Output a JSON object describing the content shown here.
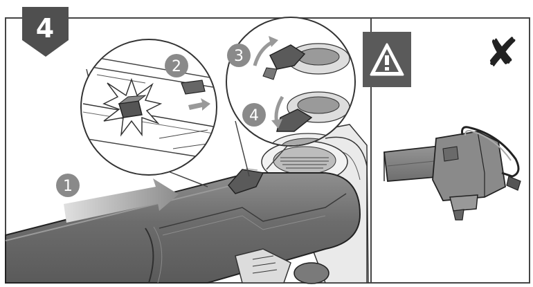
{
  "step": {
    "number": "4"
  },
  "callouts": [
    "1",
    "2",
    "3",
    "4"
  ],
  "wrong_mark": "✘",
  "icons": {
    "step_badge": "pentagon-badge",
    "warning": "warning-triangle-icon",
    "wrong": "cross-icon"
  },
  "colors": {
    "badge": "#4f4f4f",
    "callout_circle": "#8a8a8a",
    "tube_dark": "#6b6b6b",
    "tube_light": "#9c9c9c",
    "arrow": "#a8a8a8",
    "line": "#333333"
  }
}
